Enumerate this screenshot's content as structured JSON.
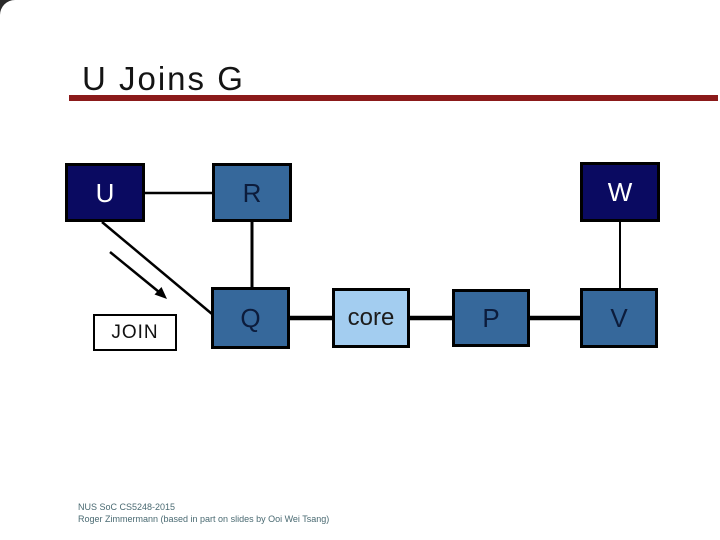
{
  "slide": {
    "title": "U Joins G",
    "accent_color": "#8B1A1A",
    "background_color": "#FFFFFF"
  },
  "diagram": {
    "nodes": [
      {
        "id": "U",
        "label": "U",
        "variant": "dark"
      },
      {
        "id": "R",
        "label": "R",
        "variant": "medium"
      },
      {
        "id": "W",
        "label": "W",
        "variant": "dark"
      },
      {
        "id": "Q",
        "label": "Q",
        "variant": "medium"
      },
      {
        "id": "core",
        "label": "core",
        "variant": "light"
      },
      {
        "id": "P",
        "label": "P",
        "variant": "medium"
      },
      {
        "id": "V",
        "label": "V",
        "variant": "medium"
      }
    ],
    "edges": [
      {
        "from": "U",
        "to": "R"
      },
      {
        "from": "R",
        "to": "Q"
      },
      {
        "from": "U",
        "to": "Q"
      },
      {
        "from": "Q",
        "to": "core"
      },
      {
        "from": "core",
        "to": "P"
      },
      {
        "from": "P",
        "to": "V"
      },
      {
        "from": "W",
        "to": "V"
      }
    ],
    "annotation": {
      "label": "JOIN",
      "arrow": "points from U toward Q"
    },
    "colors": {
      "dark_node": "#0A0A61",
      "medium_node": "#36689B",
      "light_node": "#A3CDF0",
      "edge": "#000000"
    }
  },
  "footer": {
    "line1": "NUS SoC CS5248-2015",
    "line2": "Roger Zimmermann (based in part on slides by Ooi Wei Tsang)"
  }
}
